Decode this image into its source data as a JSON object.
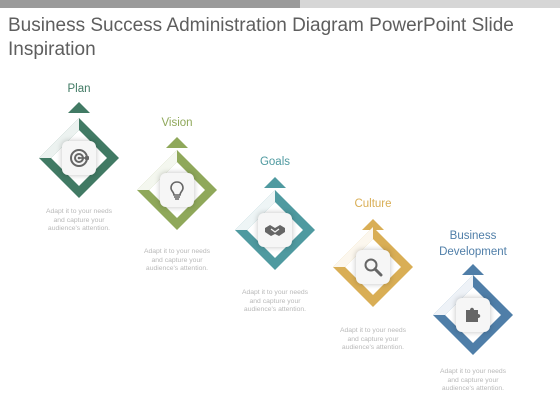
{
  "title": "Business Success Administration Diagram PowerPoint Slide Inspiration",
  "colors": {
    "green": "#417a64",
    "olive": "#8fa85a",
    "teal": "#4f9aa0",
    "gold": "#d9ae55",
    "blue": "#4f7ea8"
  },
  "steps": [
    {
      "label": "Plan",
      "icon": "target-icon",
      "desc": [
        "Adapt it to your needs",
        "and capture your",
        "audience's attention."
      ]
    },
    {
      "label": "Vision",
      "icon": "lightbulb-icon",
      "desc": [
        "Adapt it to your needs",
        "and capture your",
        "audience's attention."
      ]
    },
    {
      "label": "Goals",
      "icon": "handshake-icon",
      "desc": [
        "Adapt it to your needs",
        "and capture your",
        "audience's attention."
      ]
    },
    {
      "label": "Culture",
      "icon": "magnifier-icon",
      "desc": [
        "Adapt it to your needs",
        "and capture your",
        "audience's attention."
      ]
    },
    {
      "label1": "Business",
      "label2": "Development",
      "icon": "puzzle-icon",
      "desc": [
        "Adapt it to your needs",
        "and capture your",
        "audience's attention."
      ]
    }
  ]
}
